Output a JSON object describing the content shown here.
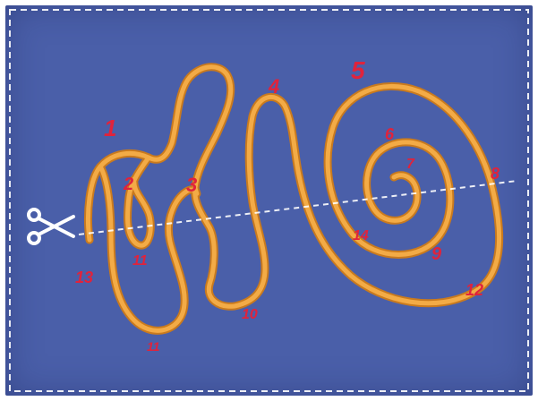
{
  "colors": {
    "background": "#4a5fa9",
    "border_dash": "#ffffff",
    "rope": "#f1a23a",
    "rope_dark": "#c97a1e",
    "cut_line": "#ffffff",
    "numbers": "#e0233c",
    "scissors": "#ffffff"
  },
  "icons": {
    "scissors": "scissors-icon"
  },
  "numbers": {
    "n1": "1",
    "n2": "2",
    "n3": "3",
    "n4": "4",
    "n5": "5",
    "n6": "6",
    "n7": "7",
    "n8": "8",
    "n9": "9",
    "n10": "10",
    "n11": "11",
    "n12": "12",
    "n13": "13",
    "n14": "14"
  }
}
